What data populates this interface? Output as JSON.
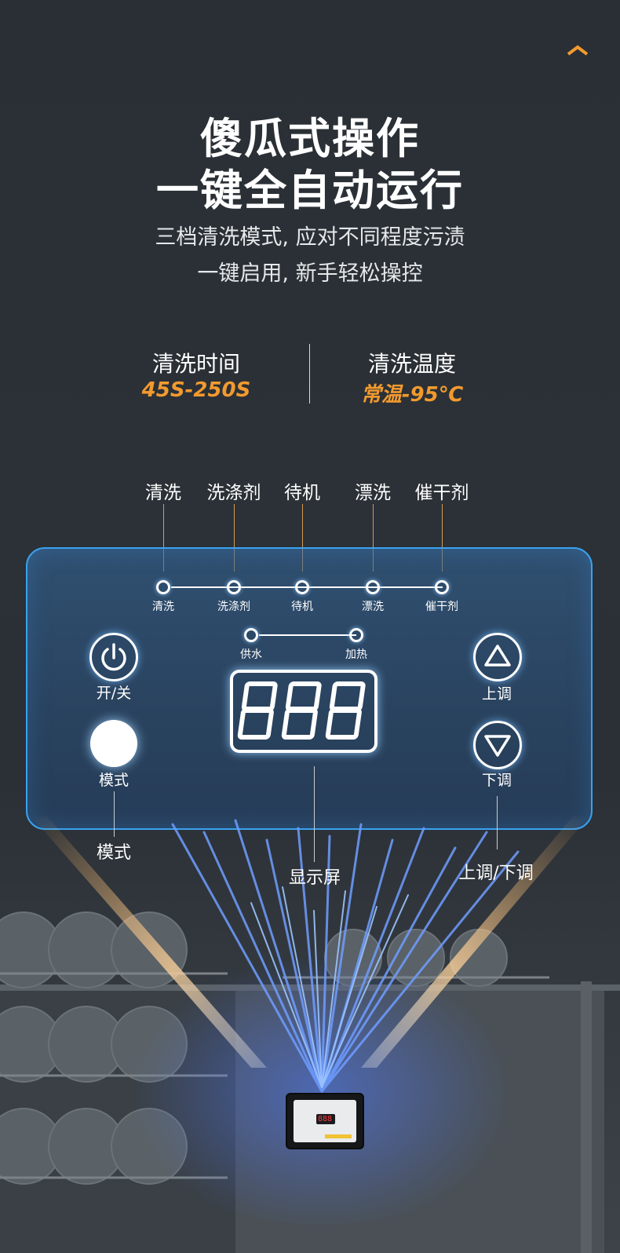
{
  "header": {
    "title_line1": "傻瓜式操作",
    "title_line2": "一键全自动运行",
    "subtitle_line1": "三档清洗模式, 应对不同程度污渍",
    "subtitle_line2": "一键启用, 新手轻松操控",
    "caret_icon": "chevron-up-icon",
    "accent_color": "#f29a2e"
  },
  "specs": [
    {
      "label": "清洗时间",
      "value": "45S-250S"
    },
    {
      "label": "清洗温度",
      "value": "常温-95℃"
    }
  ],
  "indicators": {
    "top_labels": [
      "清洗",
      "洗涤剂",
      "待机",
      "漂洗",
      "催干剂"
    ],
    "panel_labels": [
      "清洗",
      "洗涤剂",
      "待机",
      "漂洗",
      "催干剂"
    ],
    "water_heat": [
      "供水",
      "加热"
    ]
  },
  "controls": {
    "power_label": "开/关",
    "power_icon": "power-icon",
    "mode_label": "模式",
    "up_label": "上调",
    "up_icon": "triangle-up-icon",
    "down_label": "下调",
    "down_icon": "triangle-down-icon",
    "display_digits": "888"
  },
  "callouts": {
    "mode": "模式",
    "display": "显示屏",
    "adjust": "上调/下调"
  },
  "device": {
    "digits": "888"
  },
  "colors": {
    "panel_border": "#3aa1ee",
    "callout_line": "#d99a52"
  }
}
